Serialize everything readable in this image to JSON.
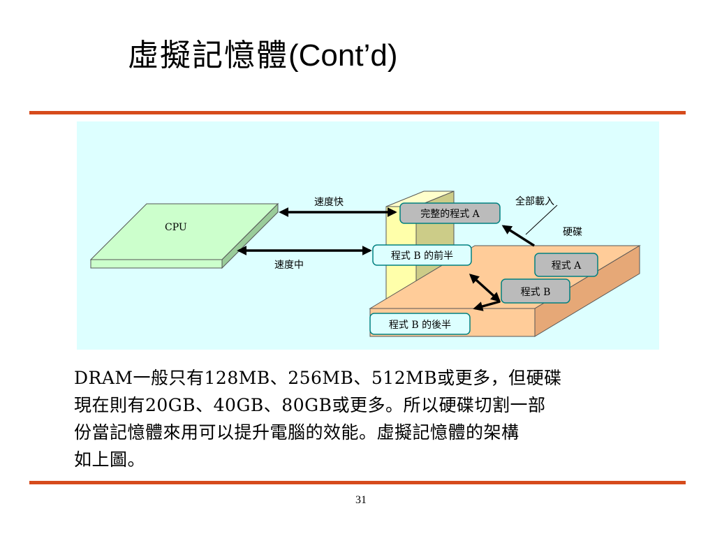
{
  "slide": {
    "title_cjk": "虛擬記憶體",
    "title_latin": "(Cont’d)",
    "page_number": "31"
  },
  "diagram": {
    "cpu_label": "CPU",
    "speed_fast_label": "速度快",
    "speed_medium_label": "速度中",
    "load_all_label": "全部載入",
    "hard_disk_label": "硬碟",
    "memory_boxes": {
      "full_program_a": "完整的程式 A",
      "program_b_first_half": "程式 B 的前半",
      "program_b_second_half": "程式 B 的後半"
    },
    "disk_boxes": {
      "program_a": "程式 A",
      "program_b": "程式 B"
    },
    "colors": {
      "background": "#ddffff",
      "cpu_fill": "#ccffcc",
      "memory_fill": "#ffffaa",
      "memory_side": "#cccc88",
      "disk_fill": "#ffcc99",
      "program_box_fill": "#bbbbbb",
      "program_box_border": "#008080",
      "rule_color": "#d64b1c"
    }
  },
  "body": {
    "lines": [
      "DRAM一般只有128MB、256MB、512MB或更多，但硬碟",
      "現在則有20GB、40GB、80GB或更多。所以硬碟切割一部",
      "份當記憶體來用可以提升電腦的效能。虛擬記憶體的架構",
      "如上圖。"
    ]
  }
}
